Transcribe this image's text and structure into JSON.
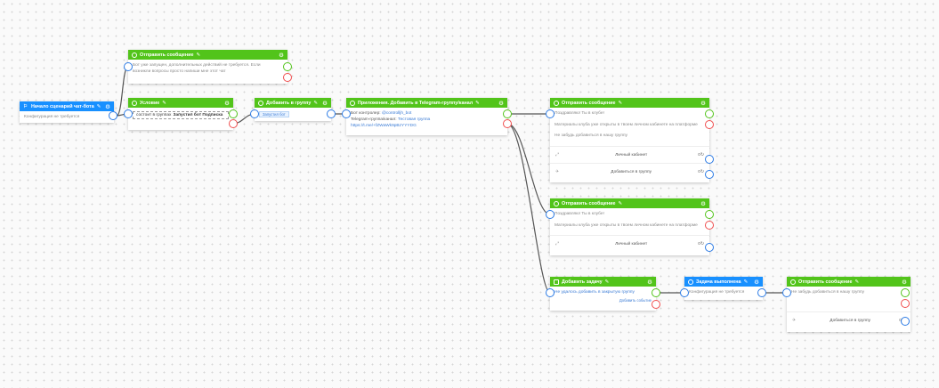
{
  "nodes": {
    "start": {
      "title": "Начало сценарий чат-бота",
      "body": "Конфигурация не требуется"
    },
    "msg1": {
      "title": "Отправить сообщение",
      "body": "Бот уже запущен, дополнительных действий не требуется. Если возникли вопросы просто напиши мне этот чат"
    },
    "cond": {
      "title": "Условие",
      "prefix": "состоит в группах",
      "value": "Запустил бот Подписка"
    },
    "addgroup": {
      "title": "Добавить в группу",
      "tag": "Запустил бот"
    },
    "app": {
      "title": "Приложения. Добавить в Telegram-группу/канал",
      "bot_label": "Бот контролер:",
      "bot_value": "@controlljh_bot",
      "group_label": "Telegram-группа/канал:",
      "group_value": "Тестовая группа",
      "link": "https://t.me/+fZWaWk9pBzYYYDG"
    },
    "msg2": {
      "title": "Отправить сообщение",
      "line1": "Поздравляю! Ты в клубе!",
      "line2": "Материалы клуба уже открыты в твоем личном кабинете на платформе",
      "line3": "Не забудь добавиться в нашу группу",
      "buttons": [
        {
          "label": "Личный кабинет",
          "count": "0",
          "icon": "link-icon"
        },
        {
          "label": "Добавиться в группу",
          "count": "0",
          "icon": "send-icon"
        }
      ]
    },
    "msg3": {
      "title": "Отправить сообщение",
      "line1": "Поздравляю! Ты в клубе!",
      "line2": "Материалы клуба уже открыты в твоем личном кабинете на платформе",
      "buttons": [
        {
          "label": "Личный кабинет",
          "count": "0",
          "icon": "link-icon"
        }
      ]
    },
    "task": {
      "title": "Добавить задачу",
      "body": "Не удалось добавить в закрытую группу",
      "link": "Добавить событие"
    },
    "done": {
      "title": "Задача выполнена",
      "body": "Конфигурация не требуется"
    },
    "msg4": {
      "title": "Отправить сообщение",
      "line1": "Не забудь добавиться в нашу группу",
      "buttons": [
        {
          "label": "Добавиться в группу",
          "count": "0",
          "icon": "send-icon"
        }
      ]
    }
  },
  "colors": {
    "header_green": "#52c41a",
    "header_blue": "#1890ff",
    "port_in": "#2c7be5",
    "port_ok": "#52c41a",
    "port_err": "#f04e4e",
    "link_line": "#555555"
  }
}
